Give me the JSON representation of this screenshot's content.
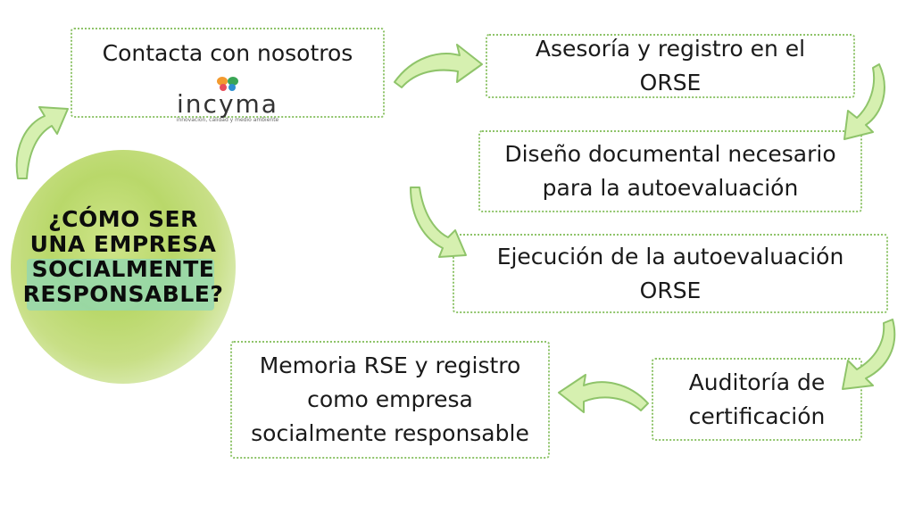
{
  "title_lines": [
    "¿CÓMO SER",
    "UNA EMPRESA",
    "SOCIALMENTE",
    "RESPONSABLE?"
  ],
  "steps": {
    "contacta": "Contacta con nosotros",
    "asesoria": [
      "Asesoría y registro en el",
      "ORSE"
    ],
    "diseno": [
      "Diseño documental necesario",
      "para la autoevaluación"
    ],
    "ejecucion": [
      "Ejecución de la autoevaluación",
      "ORSE"
    ],
    "auditoria": [
      "Auditoría de",
      "certificación"
    ],
    "memoria": [
      "Memoria RSE y registro",
      "como empresa",
      "socialmente responsable"
    ]
  },
  "logo": {
    "name": "incyma",
    "tagline": "innovación, calidad y medio ambiente"
  },
  "colors": {
    "accent_green": "#8fc46a",
    "arrow_fill": "#d6f0b0",
    "blob_green": "#c3dd7a",
    "title_highlight": "#8fd7b6"
  }
}
